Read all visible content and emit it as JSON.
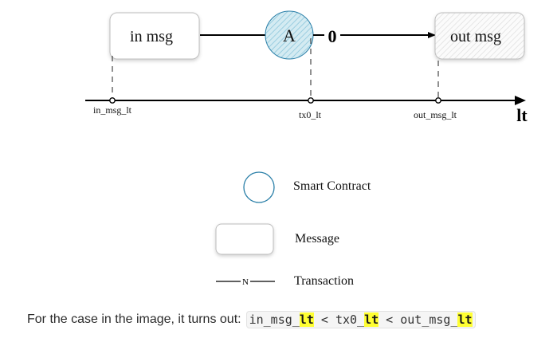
{
  "diagram": {
    "in_box_label": "in msg",
    "out_box_label": "out msg",
    "contract_label": "A",
    "tx_label": "0",
    "axis_label": "lt",
    "ticks": {
      "in_msg_lt": "in_msg_lt",
      "tx0_lt": "tx0_lt",
      "out_msg_lt": "out_msg_lt"
    }
  },
  "legend": {
    "smart_contract": "Smart Contract",
    "message": "Message",
    "transaction": "Transaction",
    "transaction_symbol": "N"
  },
  "caption": {
    "text": "For the case in the image, it turns out:",
    "formula": {
      "part1": "in_msg_",
      "hl1": "lt",
      "part2": " < tx0_",
      "hl2": "lt",
      "part3": " < out_msg_",
      "hl3": "lt"
    }
  },
  "colors": {
    "contract_fill": "#d4ebf2",
    "contract_stroke": "#2a7fa8",
    "line": "#000000",
    "highlight": "#ffff33"
  }
}
